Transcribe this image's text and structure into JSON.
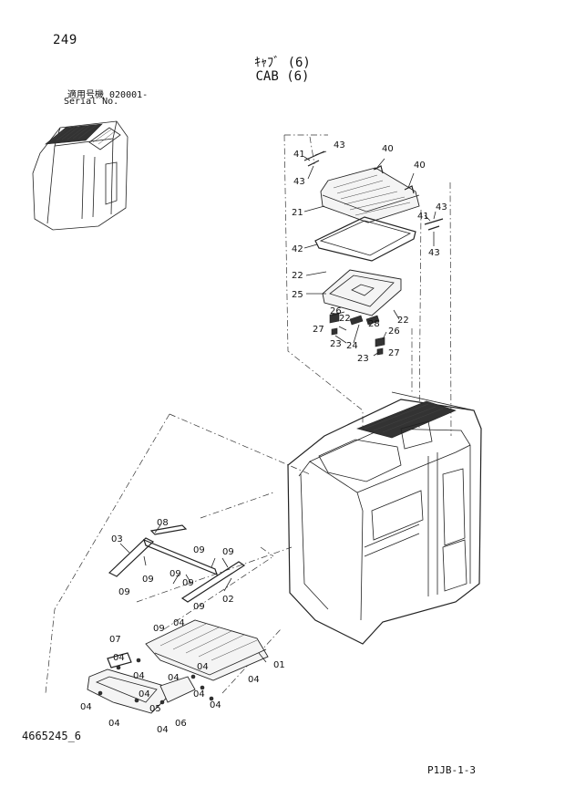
{
  "header": {
    "page_number": "249",
    "title_jp": "ｷｬﾌﾞ (6)",
    "title_en": "CAB (6)",
    "serial_label_jp": "適用号機 020001-",
    "serial_label_en": "Serial No."
  },
  "footer": {
    "document_id": "4665245_6",
    "page_code": "P1JB-1-3"
  },
  "callouts": {
    "roof_window_parts": [
      "43",
      "41",
      "43",
      "40",
      "40",
      "21",
      "41",
      "43",
      "43",
      "42",
      "22",
      "25",
      "22",
      "26",
      "22",
      "28",
      "26",
      "27",
      "24",
      "23",
      "27",
      "23"
    ],
    "headliner_parts": [
      "08",
      "03",
      "09",
      "09",
      "09",
      "09",
      "09",
      "09",
      "09",
      "02",
      "09",
      "04",
      "07",
      "04",
      "01",
      "04",
      "04",
      "04",
      "04",
      "04",
      "04",
      "04",
      "04",
      "05",
      "04",
      "06",
      "04"
    ]
  },
  "colors": {
    "line": "#222222",
    "background": "#ffffff"
  }
}
